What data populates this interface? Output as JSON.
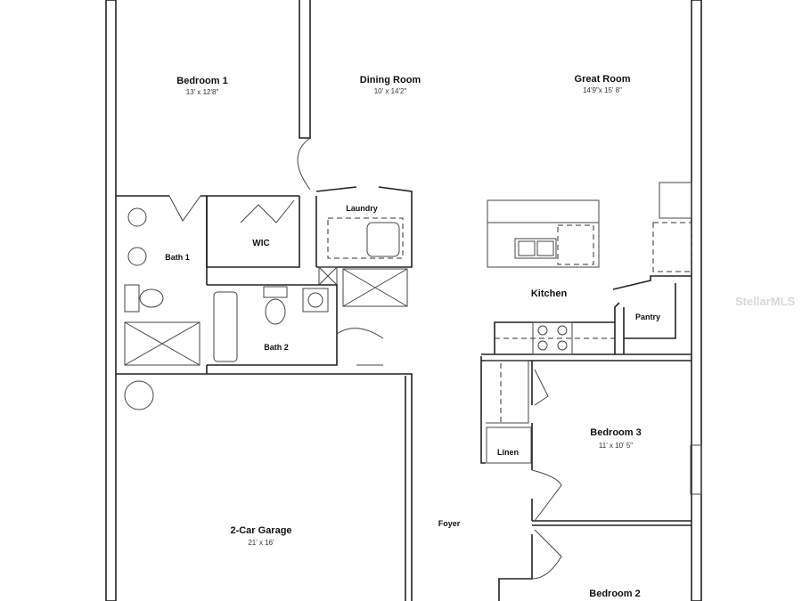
{
  "rooms": {
    "bedroom1": {
      "name": "Bedroom 1",
      "dims": "13' x 12'8\""
    },
    "dining": {
      "name": "Dining Room",
      "dims": "10' x 14'2\""
    },
    "great": {
      "name": "Great Room",
      "dims": "14'9\"x 15' 8\""
    },
    "laundry": {
      "name": "Laundry"
    },
    "wic": {
      "name": "WIC"
    },
    "bath1": {
      "name": "Bath 1"
    },
    "bath2": {
      "name": "Bath 2"
    },
    "kitchen": {
      "name": "Kitchen"
    },
    "pantry": {
      "name": "Pantry"
    },
    "bedroom3": {
      "name": "Bedroom 3",
      "dims": "11' x 10' 5\""
    },
    "linen": {
      "name": "Linen"
    },
    "foyer": {
      "name": "Foyer"
    },
    "garage": {
      "name": "2-Car Garage",
      "dims": "21' x 16'"
    },
    "bedroom2": {
      "name": "Bedroom 2"
    }
  },
  "watermark": "StellarMLS"
}
